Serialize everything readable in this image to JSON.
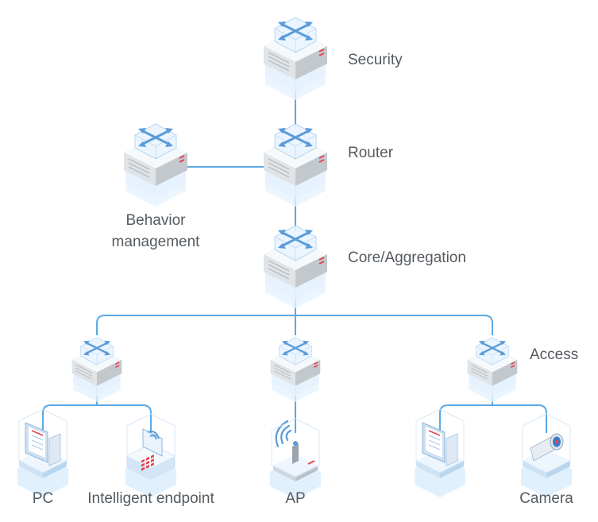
{
  "labels": {
    "security": "Security",
    "router": "Router",
    "behavior": [
      "Behavior",
      "management"
    ],
    "core": "Core/Aggregation",
    "access": "Access",
    "pc": "PC",
    "intelligent_endpoint": "Intelligent endpoint",
    "ap": "AP",
    "camera": "Camera"
  },
  "colors": {
    "link": "#5aa9e6",
    "device_top": "#f6fbff",
    "device_front": "#e4e7ea",
    "device_side": "#c9ced3",
    "glow": "#cfe6fb",
    "accent_red": "#e8434f",
    "icon_blue": "#6aa8e0"
  }
}
